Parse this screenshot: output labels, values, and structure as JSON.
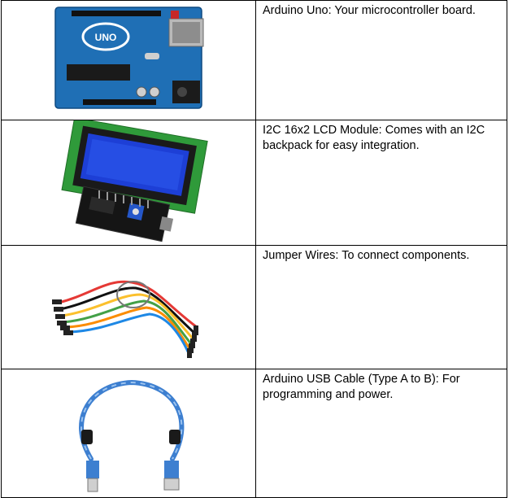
{
  "rows": [
    {
      "image": "arduino-uno-board",
      "description": "Arduino Uno: Your microcontroller board."
    },
    {
      "image": "i2c-lcd-module",
      "description": "I2C 16x2 LCD Module: Comes with an I2C backpack for easy integration."
    },
    {
      "image": "jumper-wires",
      "description": "Jumper Wires: To connect components."
    },
    {
      "image": "usb-cable",
      "description": "Arduino USB Cable (Type A to B): For programming and power."
    }
  ],
  "colors": {
    "board_blue": "#1f6fb5",
    "lcd_blue": "#1d3fd6",
    "pcb_green": "#2f9a3a",
    "cable_blue": "#3d7fd0"
  }
}
